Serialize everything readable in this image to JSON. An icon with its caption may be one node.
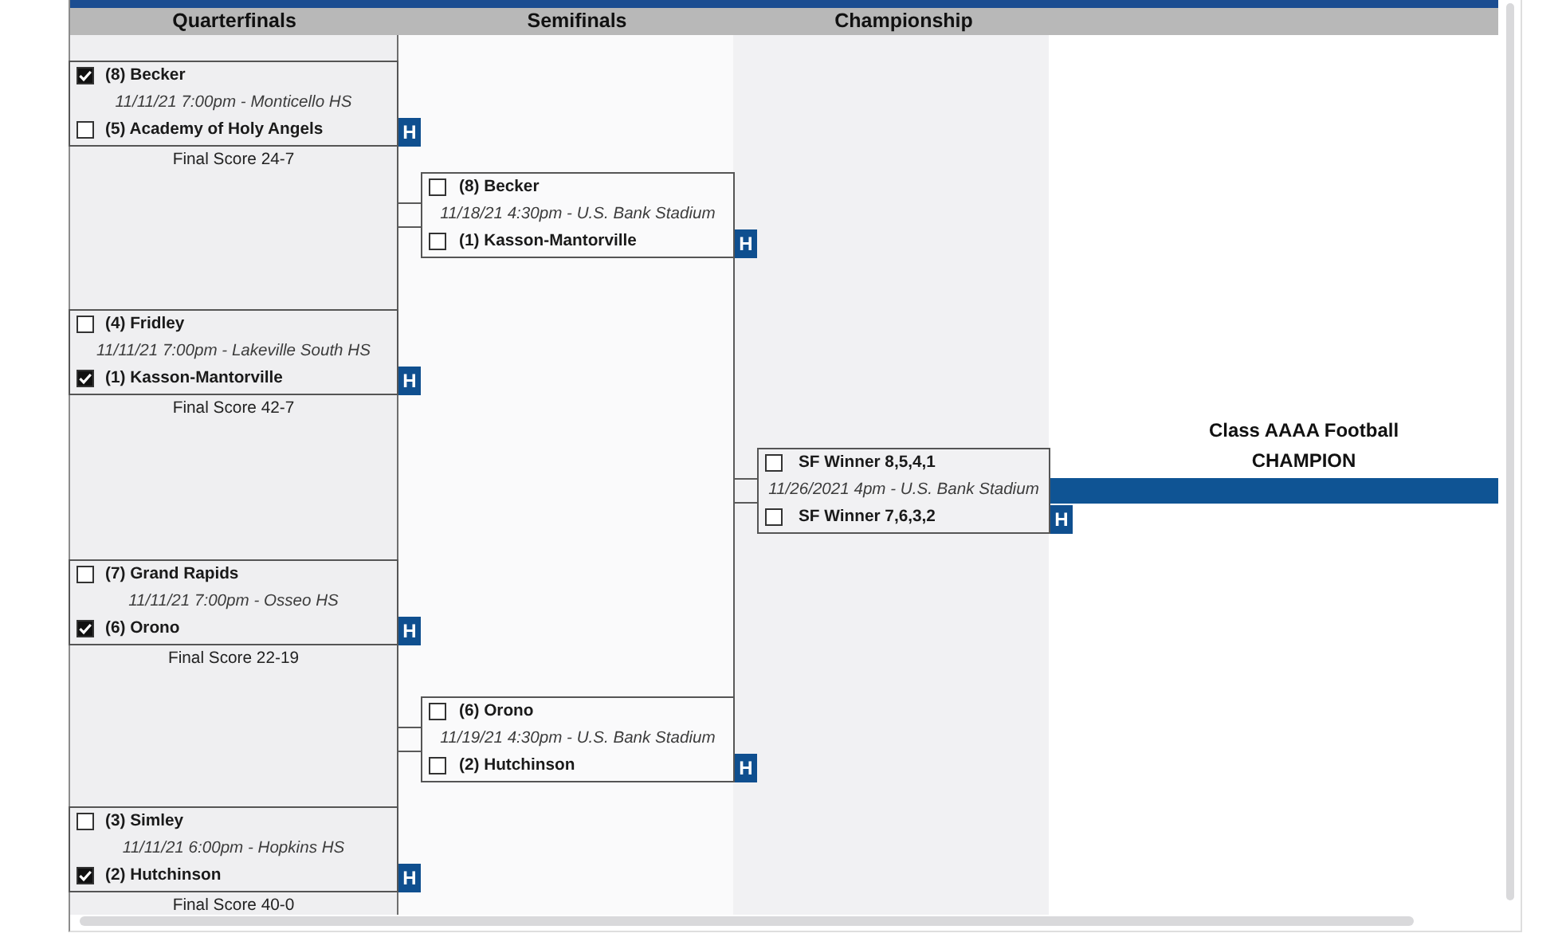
{
  "diagram": {
    "nodes": [
      {
        "text": [
          "(8) Becker",
          "11/11/21 7:00pm - Monticello HS",
          "(5) Academy of Holy Angels"
        ],
        "beside": [
          "H",
          "Final Score 24-7"
        ]
      },
      {
        "text": [
          "(4) Fridley",
          "11/11/21 7:00pm - Lakeville South HS",
          "(1) Kasson-Mantorville"
        ],
        "beside": [
          "H",
          "Final Score 42-7"
        ]
      },
      {
        "text": [
          "(7) Grand Rapids",
          "11/11/21 7:00pm - Osseo HS",
          "(6) Orono"
        ],
        "beside": [
          "H",
          "Final Score 22-19"
        ]
      },
      {
        "text": [
          "(3) Simley",
          "11/11/21 6:00pm - Hopkins HS",
          "(2) Hutchinson"
        ],
        "beside": [
          "H",
          "Final Score 40-0"
        ]
      },
      {
        "text": [
          "(8) Becker",
          "11/18/21 4:30pm - U.S. Bank Stadium",
          "(1) Kasson-Mantorville"
        ],
        "beside": [
          "H"
        ]
      },
      {
        "text": [
          "(6) Orono",
          "11/19/21 4:30pm - U.S. Bank Stadium",
          "(2) Hutchinson"
        ],
        "beside": [
          "H"
        ]
      },
      {
        "text": [
          "SF Winner 8,5,4,1",
          "11/26/2021 4pm - U.S. Bank Stadium",
          "SF Winner 7,6,3,2"
        ],
        "beside": [
          "H"
        ]
      },
      {
        "text": [],
        "shape": "bar",
        "beside": [
          "Class AAAA Football CHAMPION"
        ]
      }
    ],
    "edges": [
      {
        "from": 0,
        "to": 4,
        "arrow": "none"
      },
      {
        "from": 1,
        "to": 4,
        "arrow": "none"
      },
      {
        "from": 2,
        "to": 5,
        "arrow": "none"
      },
      {
        "from": 3,
        "to": 5,
        "arrow": "none"
      },
      {
        "from": 4,
        "to": 6,
        "arrow": "none"
      },
      {
        "from": 5,
        "to": 6,
        "arrow": "none"
      }
    ],
    "labels": [
      "Quarterfinals",
      "Semifinals",
      "Championship"
    ]
  }
}
